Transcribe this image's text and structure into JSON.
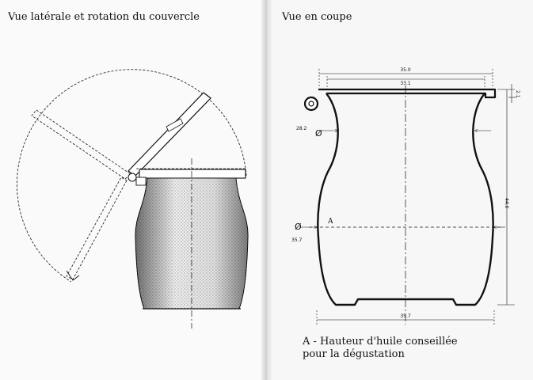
{
  "left_page": {
    "title": "Vue latérale et rotation du couvercle"
  },
  "right_page": {
    "title": "Vue en coupe",
    "dimensions": {
      "top_outer_width": "35.0",
      "top_inner_width": "33.1",
      "lid_thickness": "2.1",
      "neck_diameter": "28.2",
      "height": "44.0",
      "belly_diameter": "35.7",
      "base_width": "35.7"
    },
    "marker_label": "A",
    "note_line1": "A - Hauteur d'huile conseillée",
    "note_line2": "pour la dégustation"
  },
  "colors": {
    "ink": "#111111",
    "paper": "#fafafa",
    "stipple": "#555555"
  },
  "icons": {
    "diameter_symbol": "Ø"
  }
}
